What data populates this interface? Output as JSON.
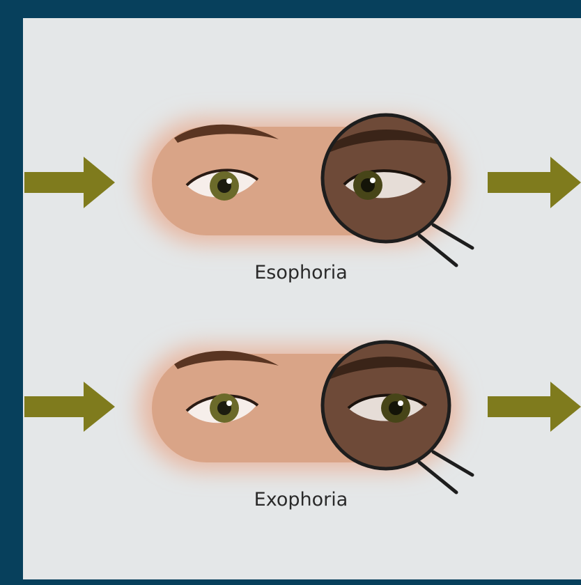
{
  "panels": [
    {
      "label": "Esophoria",
      "affected_eye_direction": "inward"
    },
    {
      "label": "Exophoria",
      "affected_eye_direction": "outward"
    }
  ],
  "colors": {
    "frame": "#07405c",
    "background": "#e4e7e8",
    "arrow": "#7f7b1d",
    "skin": "#d9a487",
    "skin_shadow": "#e7b8a3",
    "magnified_skin": "#6e4a38",
    "eyebrow": "#5a3522",
    "iris": "#6b6a2a",
    "pupil": "#1c1c10",
    "lens_ring": "#1d1d1d"
  },
  "icons": [
    "arrow-right-icon",
    "magnifying-glass-icon",
    "eye-icon"
  ]
}
